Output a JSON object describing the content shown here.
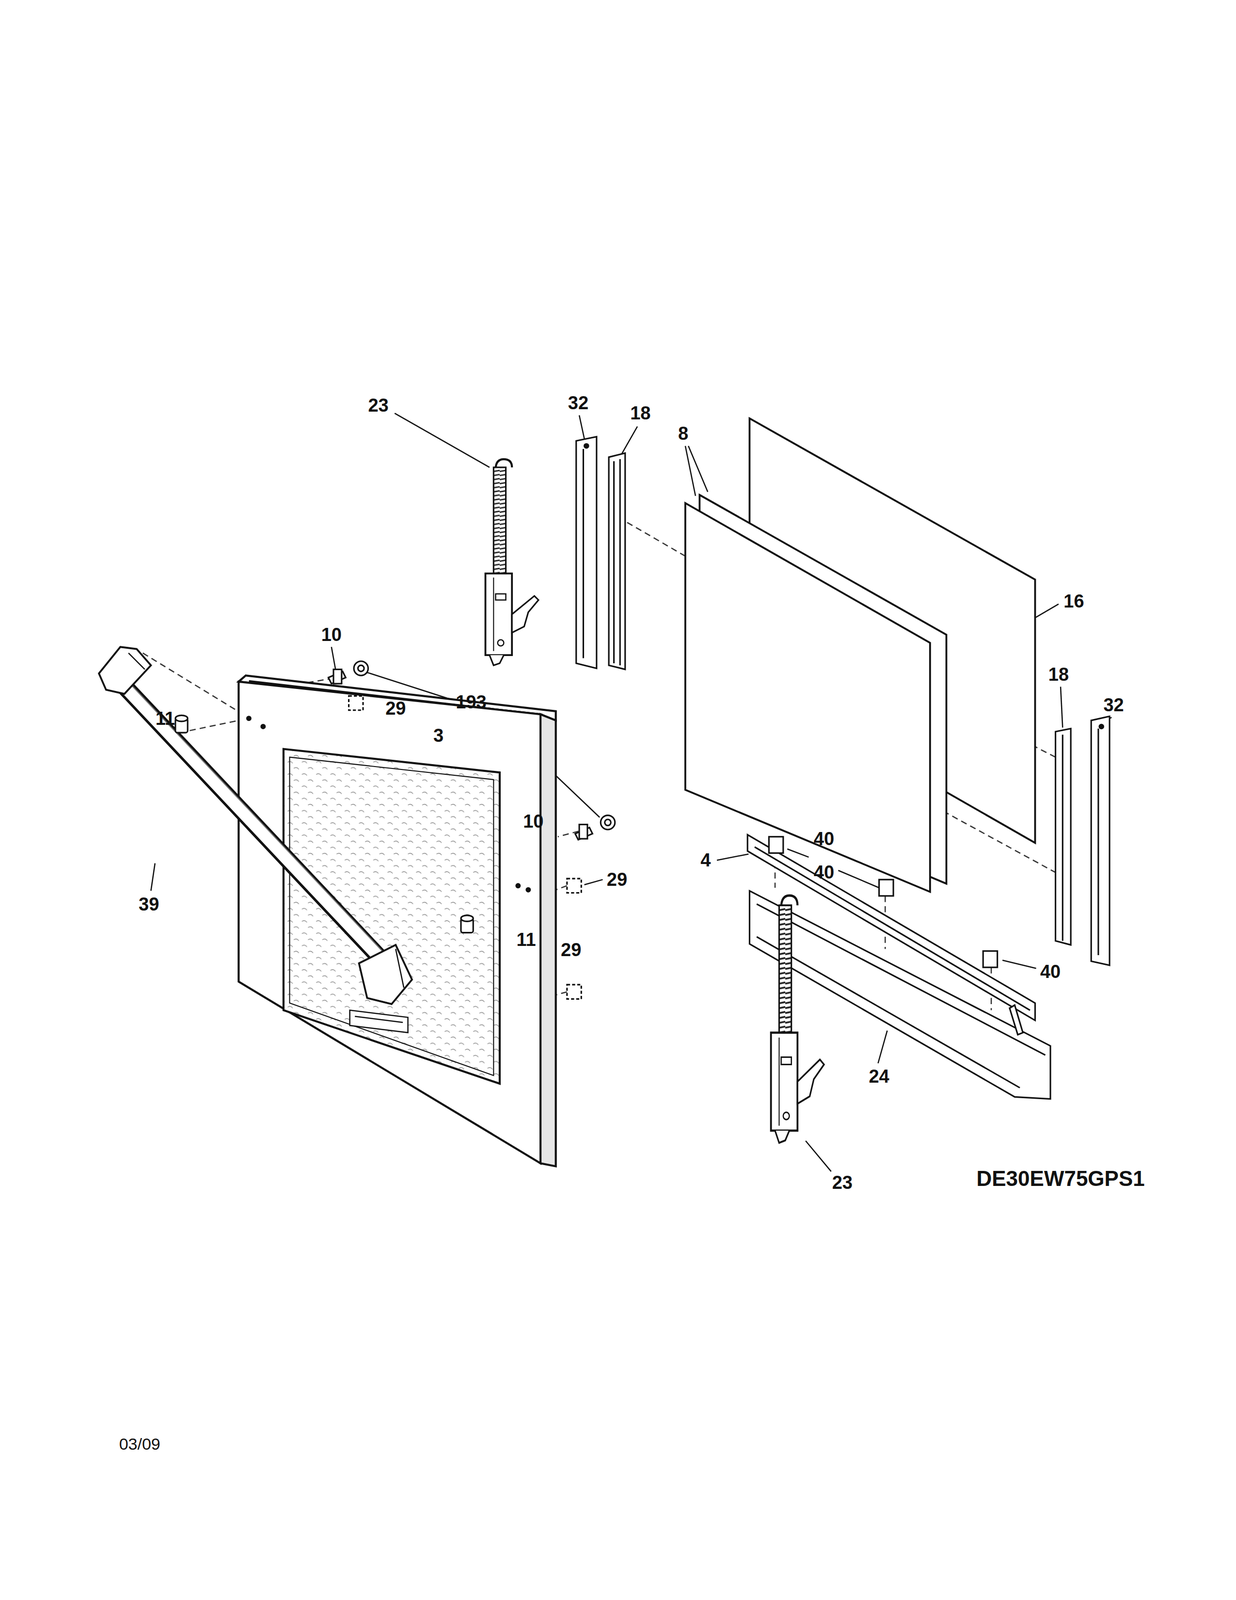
{
  "diagram": {
    "labels": [
      "23",
      "32",
      "18",
      "8",
      "16",
      "10",
      "193",
      "29",
      "11",
      "3",
      "18",
      "32",
      "10",
      "4",
      "40",
      "40",
      "29",
      "39",
      "11",
      "29",
      "40",
      "24",
      "23",
      "DE30EW75GPS1",
      "03/09"
    ]
  }
}
